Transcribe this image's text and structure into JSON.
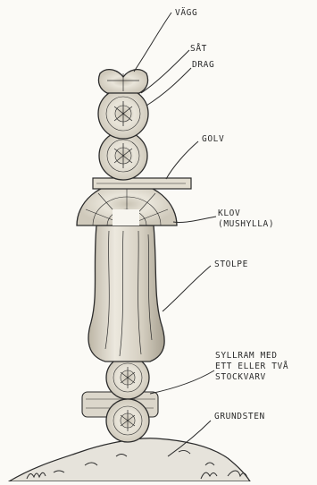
{
  "diagram": {
    "labels": {
      "vagg": "VÄGG",
      "sat": "SÅT",
      "drag": "DRAG",
      "golv": "GOLV",
      "klov_1": "KLOV",
      "klov_2": "(MUSHYLLA)",
      "stolpe": "STOLPE",
      "syllram_1": "SYLLRAM MED",
      "syllram_2": "ETT ELLER TVÅ",
      "syllram_3": "STOCKVARV",
      "grundsten": "GRUNDSTEN"
    },
    "colors": {
      "ink": "#2b2b2b",
      "paper": "#fbfaf6",
      "wood": "#d9d4c8",
      "stone": "#e4e2da"
    }
  }
}
